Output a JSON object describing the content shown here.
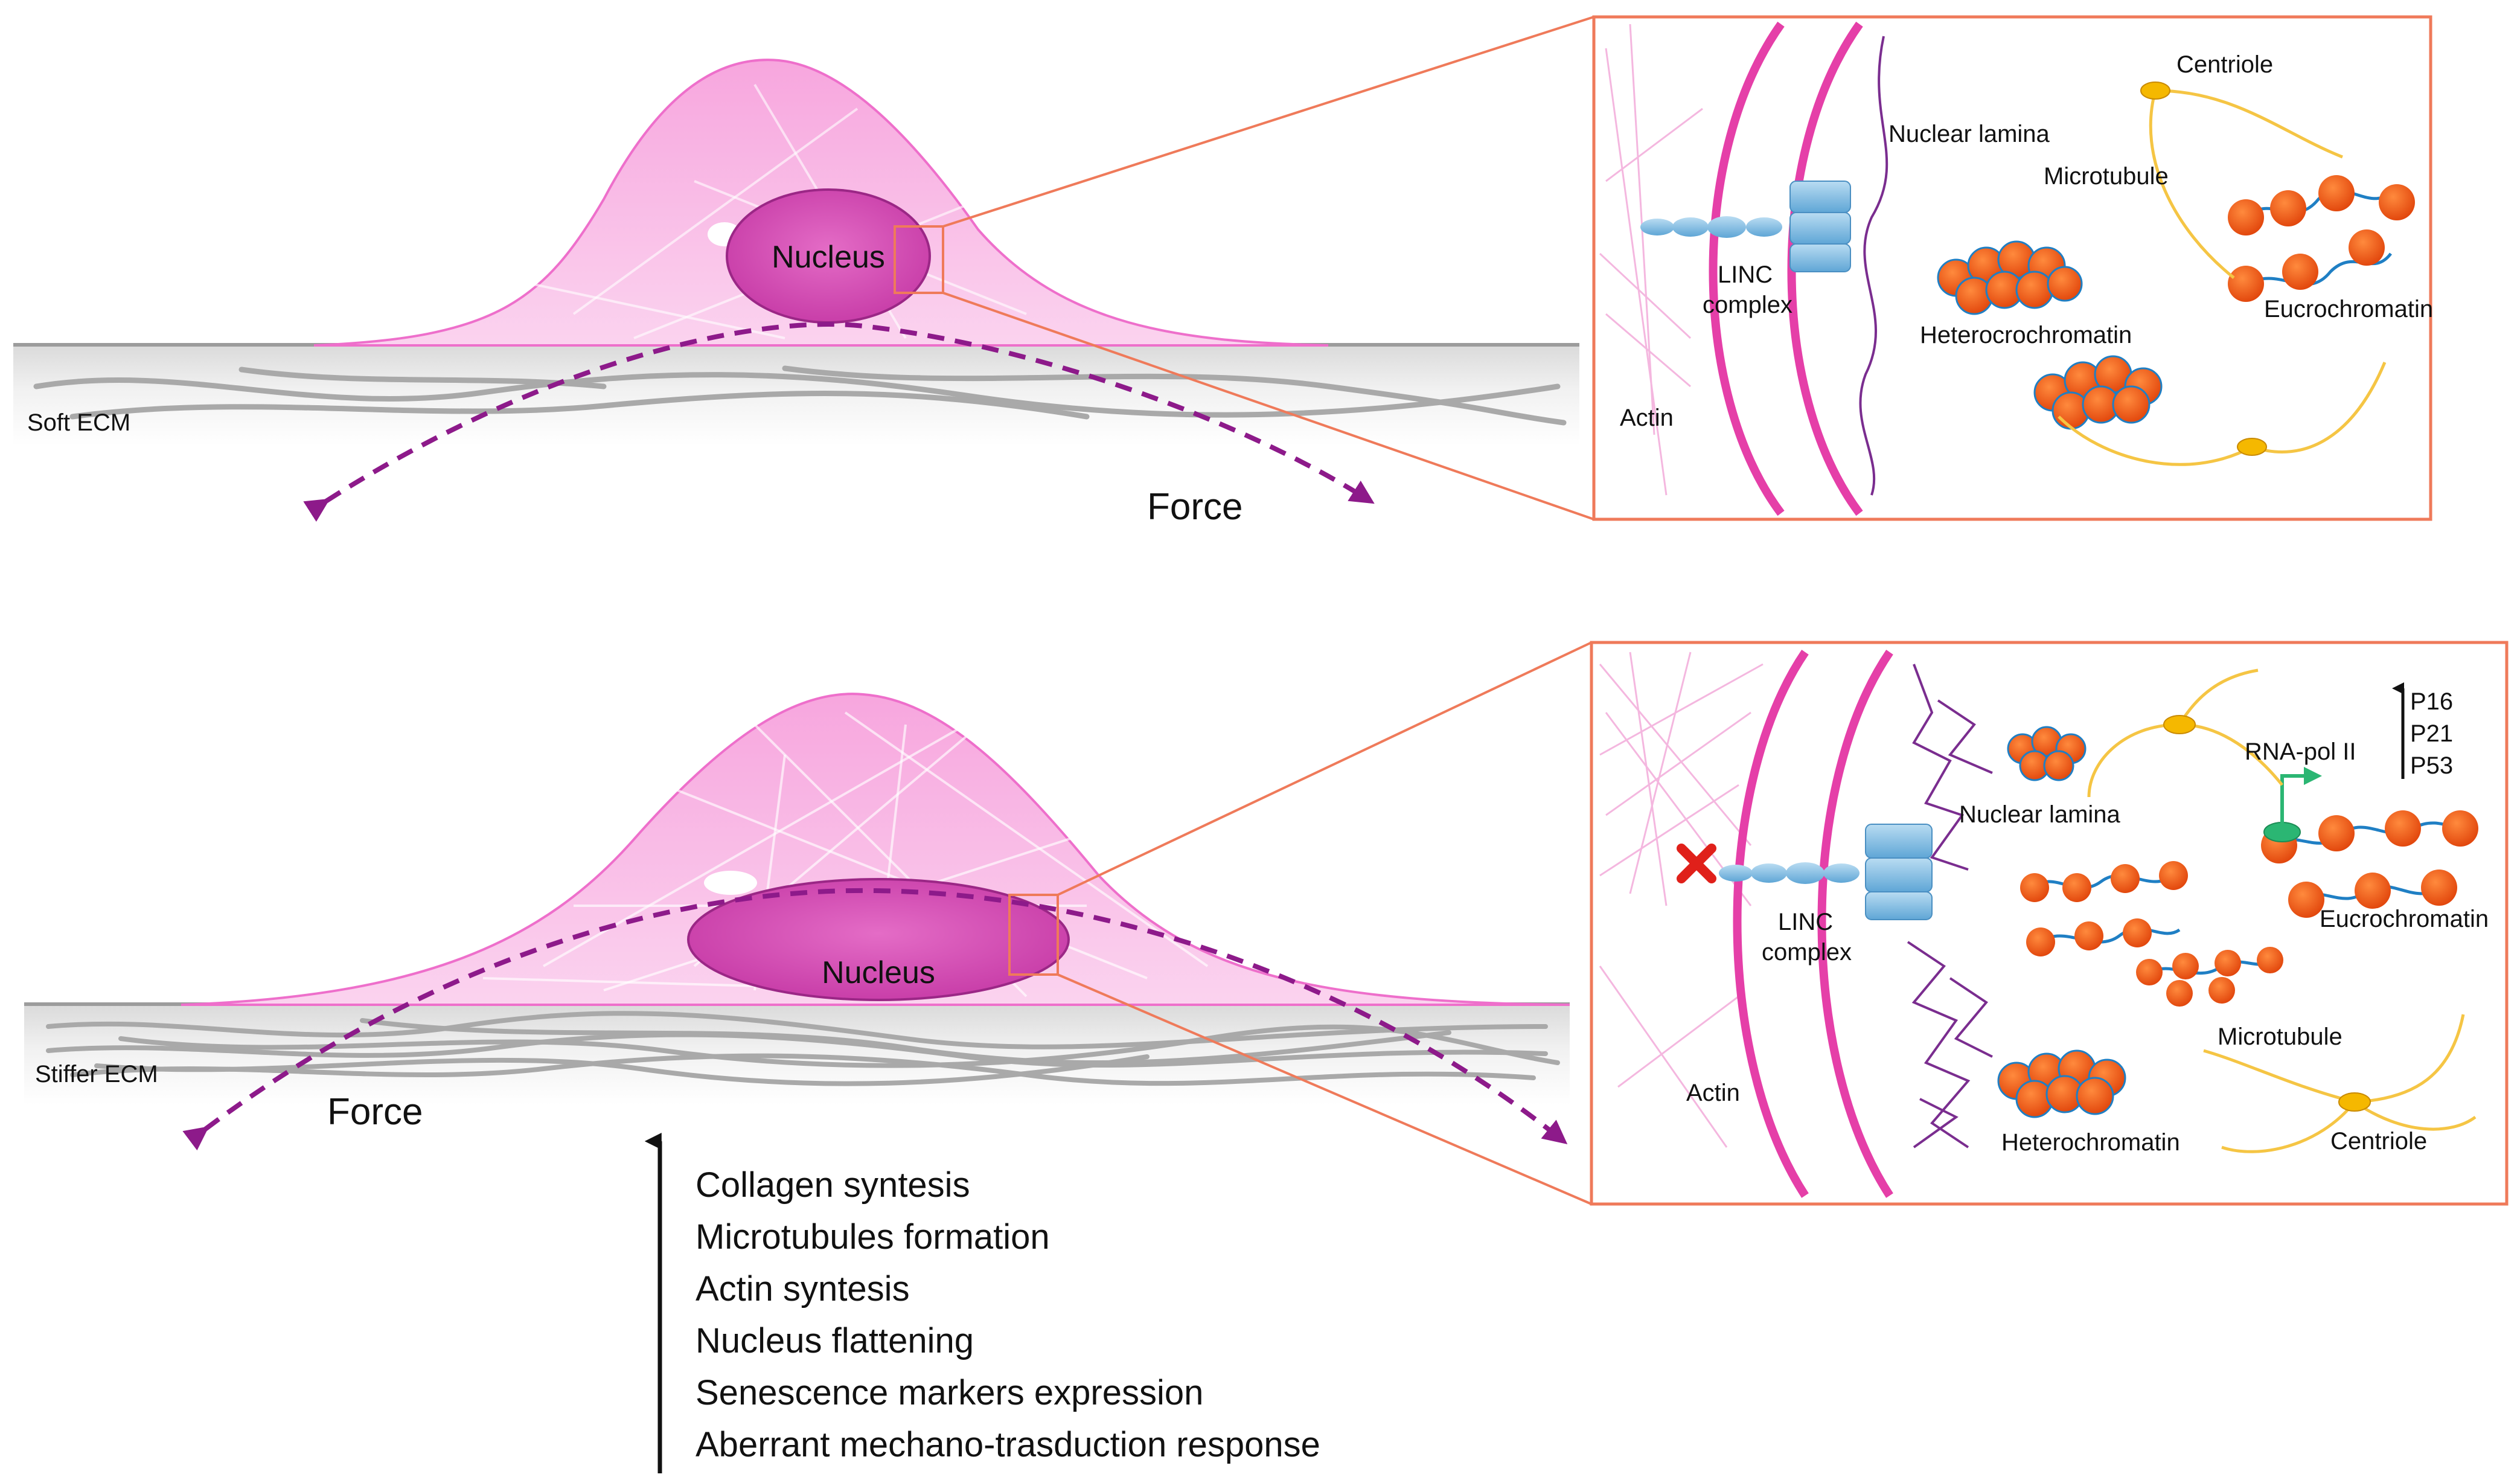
{
  "top_panel": {
    "substrate_label": "Soft ECM",
    "nucleus_label": "Nucleus",
    "force_label": "Force",
    "inset": {
      "centriole": "Centriole",
      "nuclear_lamina": "Nuclear lamina",
      "microtubule": "Microtubule",
      "linc_line1": "LINC",
      "linc_line2": "complex",
      "eucrochromatin": "Eucrochromatin",
      "heterochromatin": "Heterocrochromatin",
      "actin": "Actin"
    }
  },
  "bottom_panel": {
    "substrate_label": "Stiffer ECM",
    "nucleus_label": "Nucleus",
    "force_label": "Force",
    "inset": {
      "markers": [
        "P16",
        "P21",
        "P53"
      ],
      "rna_pol": "RNA-pol II",
      "nuclear_lamina": "Nuclear lamina",
      "linc_line1": "LINC",
      "linc_line2": "complex",
      "eucrochromatin": "Eucrochromatin",
      "microtubule": "Microtubule",
      "actin": "Actin",
      "heterochromatin": "Heterochromatin",
      "centriole": "Centriole"
    }
  },
  "effects_list": [
    "Collagen syntesis",
    "Microtubules formation",
    "Actin syntesis",
    "Nucleus flattening",
    "Senescence markers expression",
    "Aberrant mechano-trasduction response"
  ],
  "colors": {
    "cell_pink": "#f6b3e4",
    "nucleus_magenta": "#d84fb8",
    "force_purple": "#8d1a8a",
    "inset_border": "#ef7a5a",
    "envelope_pink": "#e53fa8",
    "chromatin_orange": "#f25a12",
    "dna_blue": "#1f7fc4",
    "microtubule_yellow": "#f5c544",
    "linc_blue": "#8fc7e8",
    "lamina_purple": "#6e2a86",
    "rnapol_green": "#2bb673"
  }
}
